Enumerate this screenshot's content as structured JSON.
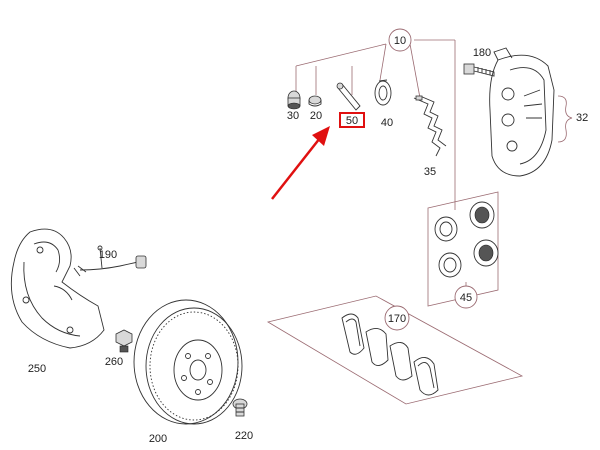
{
  "labels": {
    "p10": "10",
    "p20": "20",
    "p30": "30",
    "p32": "32",
    "p35": "35",
    "p40": "40",
    "p45": "45",
    "p50": "50",
    "p170": "170",
    "p180": "180",
    "p190": "190",
    "p200": "200",
    "p220": "220",
    "p250": "250",
    "p260": "260"
  },
  "highlight": {
    "part": "50",
    "color": "#e01010"
  },
  "colors": {
    "leader_lines": "#9b6b72",
    "parts": "#333333"
  }
}
